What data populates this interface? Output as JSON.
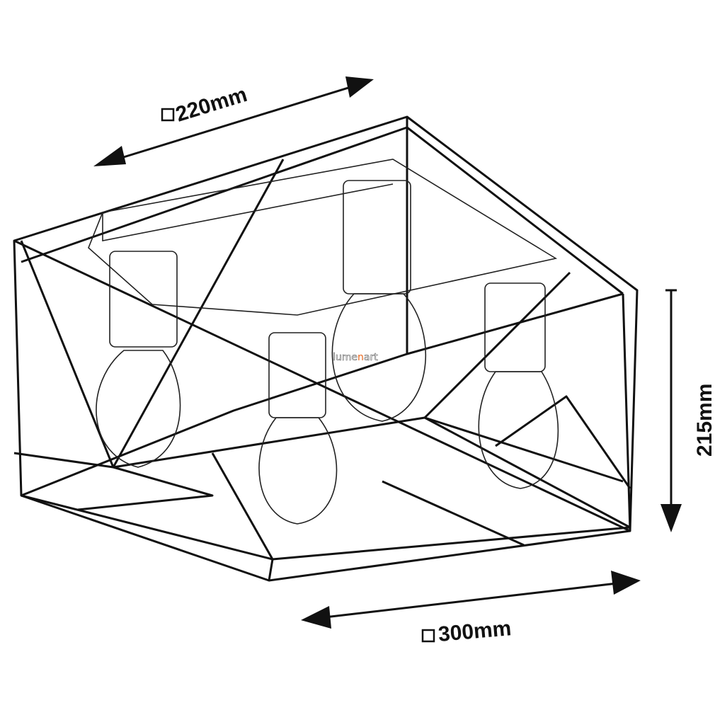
{
  "dimensions": {
    "depth": "220mm",
    "width": "300mm",
    "height": "215mm",
    "square_symbol": "□"
  },
  "watermark": {
    "text": "lumenart",
    "accent_letter": "n",
    "accent_color": "#e8661c"
  },
  "colors": {
    "line": "#111111",
    "background": "#ffffff"
  }
}
